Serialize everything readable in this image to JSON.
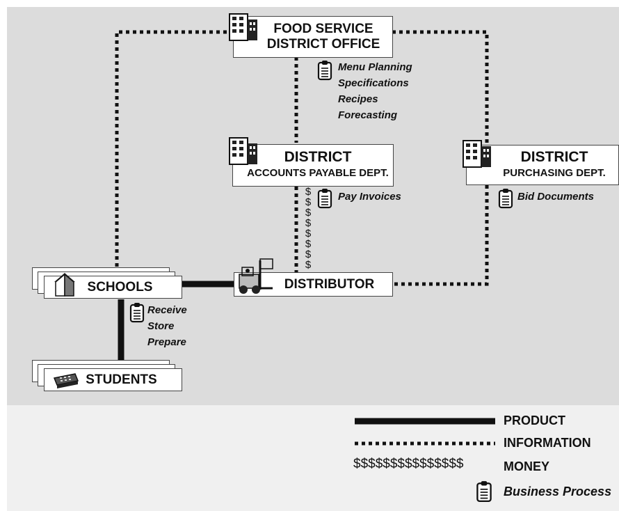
{
  "nodes": {
    "food_service": {
      "line1": "FOOD SERVICE",
      "line2": "DISTRICT OFFICE"
    },
    "accounts_payable": {
      "line1": "DISTRICT",
      "line2": "ACCOUNTS PAYABLE DEPT."
    },
    "purchasing": {
      "line1": "DISTRICT",
      "line2": "PURCHASING DEPT."
    },
    "schools": {
      "label": "SCHOOLS"
    },
    "distributor": {
      "label": "DISTRIBUTOR"
    },
    "students": {
      "label": "STUDENTS"
    }
  },
  "processes": {
    "food_service": [
      "Menu Planning",
      "Specifications",
      "Recipes",
      "Forecasting"
    ],
    "accounts_payable": [
      "Pay Invoices"
    ],
    "purchasing": [
      "Bid Documents"
    ],
    "schools": [
      "Receive",
      "Store",
      "Prepare"
    ]
  },
  "money_symbol": "$",
  "legend": {
    "product": "PRODUCT",
    "information": "INFORMATION",
    "money": "MONEY",
    "money_line": "$$$$$$$$$$$$$$$",
    "business_process": "Business Process"
  },
  "icons": {
    "office": "office-building-icon",
    "school": "school-house-icon",
    "distributor": "forklift-icon",
    "students": "cash-register-icon",
    "process": "clipboard-icon"
  }
}
